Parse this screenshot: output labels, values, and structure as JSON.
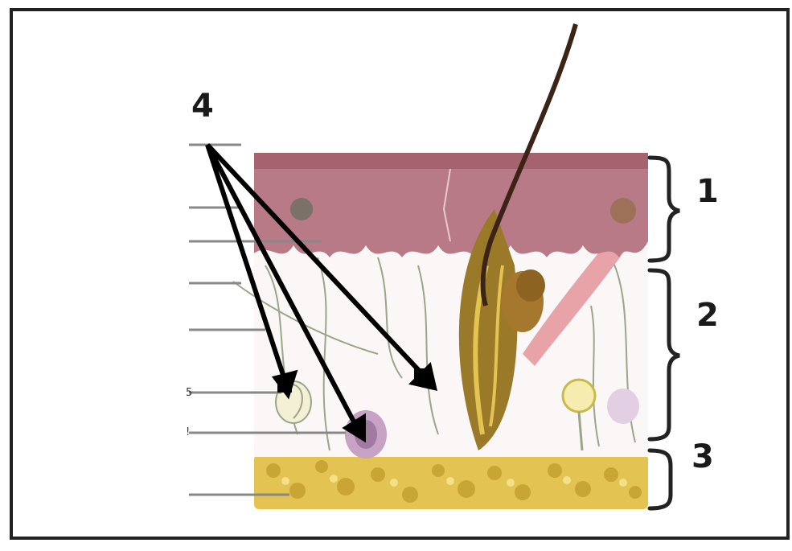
{
  "diagram": {
    "labels": {
      "pointer": "4",
      "epidermis": "1",
      "dermis": "2",
      "hypodermis": "3",
      "side_a": "5",
      "side_b": "!"
    },
    "colors": {
      "frame": "#222222",
      "epidermis": "#b77a86",
      "epidermis_dark": "#8f4f5c",
      "dermis": "#fbf7f7",
      "fat": "#e3c452",
      "fat_dark": "#b99a2a",
      "hair": "#3b2416",
      "follicle": "#9a7a28",
      "muscle": "#e7a3a8",
      "gland": "#c7a2c4",
      "nerve": "#9aa58a",
      "arrow": "#000000"
    }
  }
}
